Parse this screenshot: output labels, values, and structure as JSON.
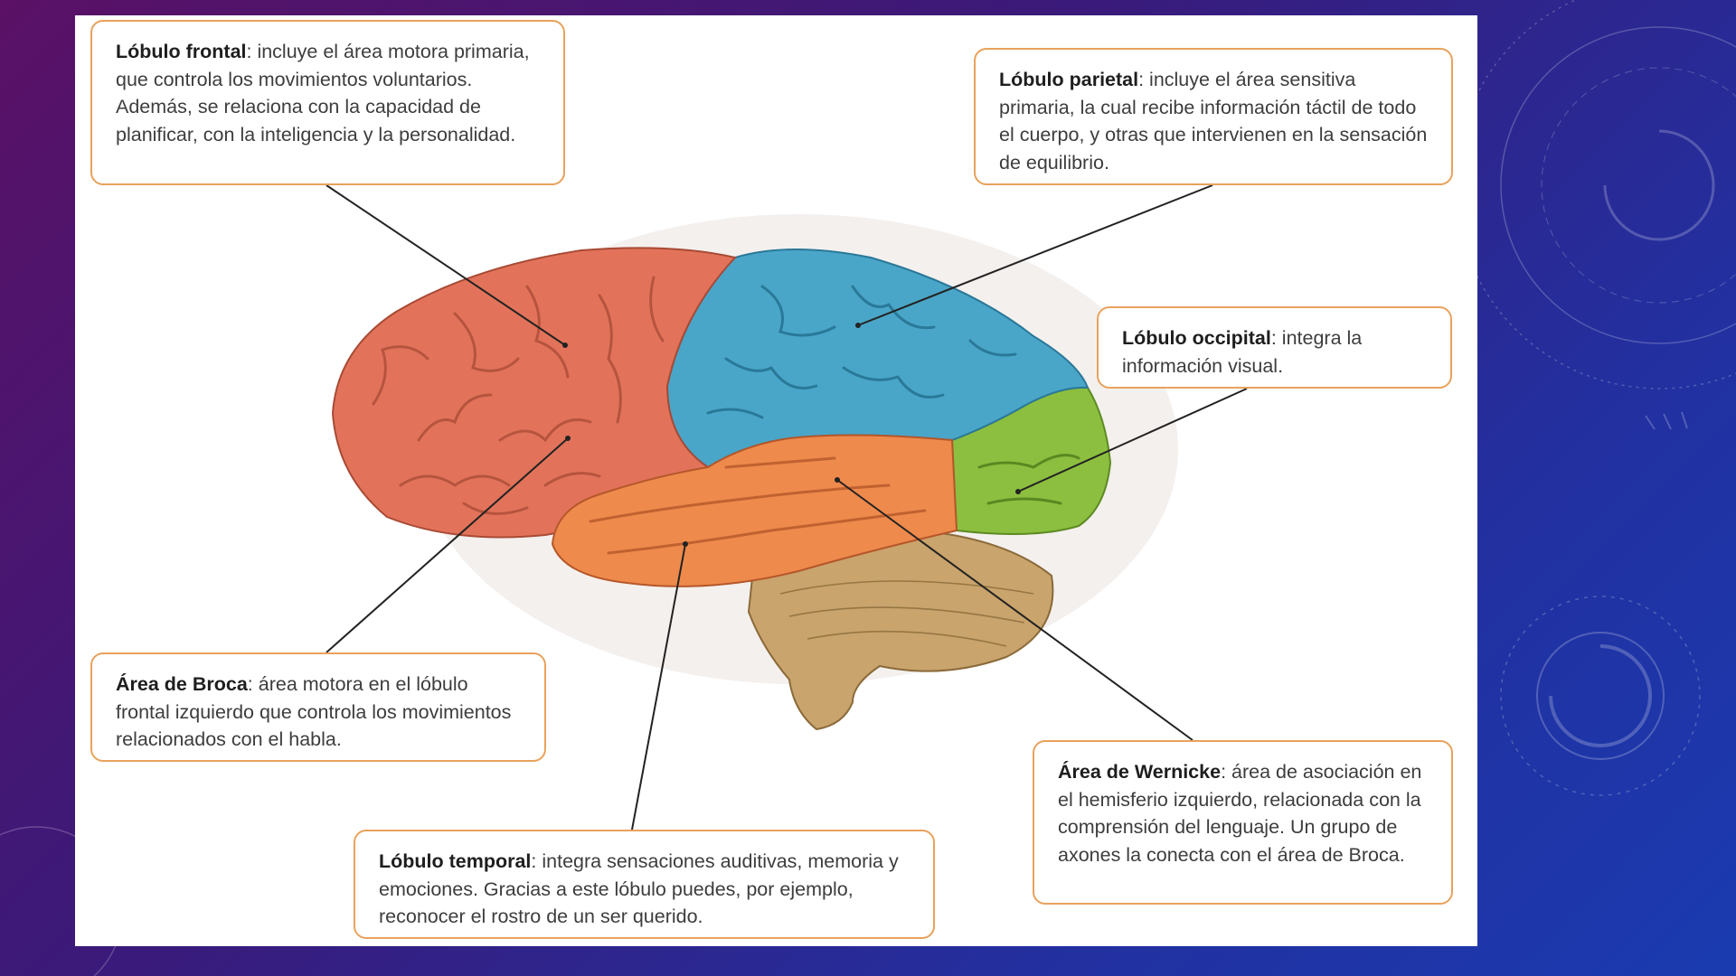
{
  "callouts": {
    "frontal": {
      "title": "Lóbulo frontal",
      "text": ": incluye el área motora primaria, que controla los movimientos voluntarios. Además, se relaciona con la capacidad de planificar, con la inteligencia y la personalidad."
    },
    "parietal": {
      "title": "Lóbulo parietal",
      "text": ": incluye el área sensitiva primaria, la cual recibe información táctil de todo el cuerpo, y otras que intervienen en la sensación de equilibrio."
    },
    "occipital": {
      "title": "Lóbulo occipital",
      "text": ": integra la información visual."
    },
    "broca": {
      "title": "Área de Broca",
      "text": ": área motora en el lóbulo frontal izquierdo que controla los movimientos relacionados con el habla."
    },
    "wernicke": {
      "title": "Área de Wernicke",
      "text": ": área de asociación en el hemisferio izquierdo, relacionada con la comprensión del lenguaje. Un grupo de axones la conecta con el área de Broca."
    },
    "temporal": {
      "title": "Lóbulo temporal",
      "text": ": integra sensaciones auditivas, memoria y emociones. Gracias a este lóbulo puedes, por ejemplo, reconocer el rostro de un ser querido."
    }
  },
  "colors": {
    "frontal": "#e2735a",
    "parietal": "#4aa6c8",
    "occipital": "#8cbf3f",
    "temporal": "#ee8a4c",
    "cerebellum": "#c9a46c",
    "callout_border": "#e8a25c",
    "background_start": "#5a1166",
    "background_end": "#1a3bb0"
  }
}
